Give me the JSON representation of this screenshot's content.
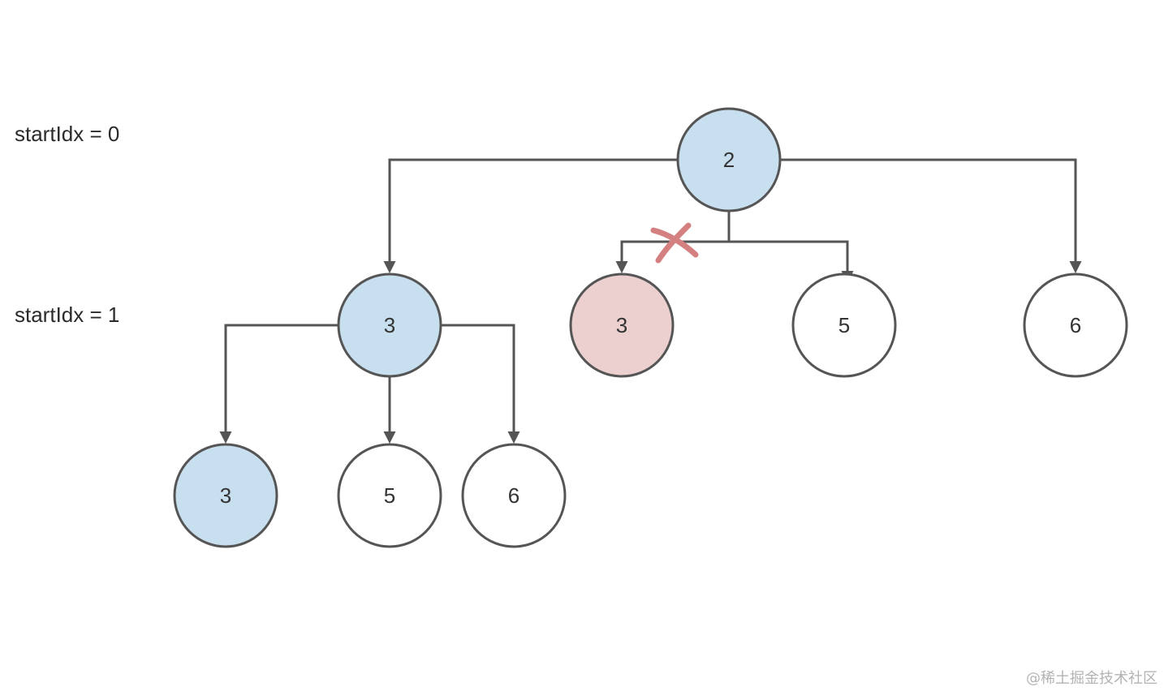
{
  "labels": {
    "level0": "startIdx = 0",
    "level1": "startIdx = 1"
  },
  "nodes": {
    "root": {
      "value": "2",
      "state": "selected"
    },
    "l1_a": {
      "value": "3",
      "state": "selected"
    },
    "l1_b": {
      "value": "3",
      "state": "pruned"
    },
    "l1_c": {
      "value": "5",
      "state": "default"
    },
    "l1_d": {
      "value": "6",
      "state": "default"
    },
    "l2_a": {
      "value": "3",
      "state": "selected"
    },
    "l2_b": {
      "value": "5",
      "state": "default"
    },
    "l2_c": {
      "value": "6",
      "state": "default"
    }
  },
  "colors": {
    "selected": "#c8dff0",
    "pruned": "#ecd0d0",
    "default": "#ffffff",
    "stroke": "#555555",
    "cross": "#d48080"
  },
  "watermark": "@稀土掘金技术社区"
}
